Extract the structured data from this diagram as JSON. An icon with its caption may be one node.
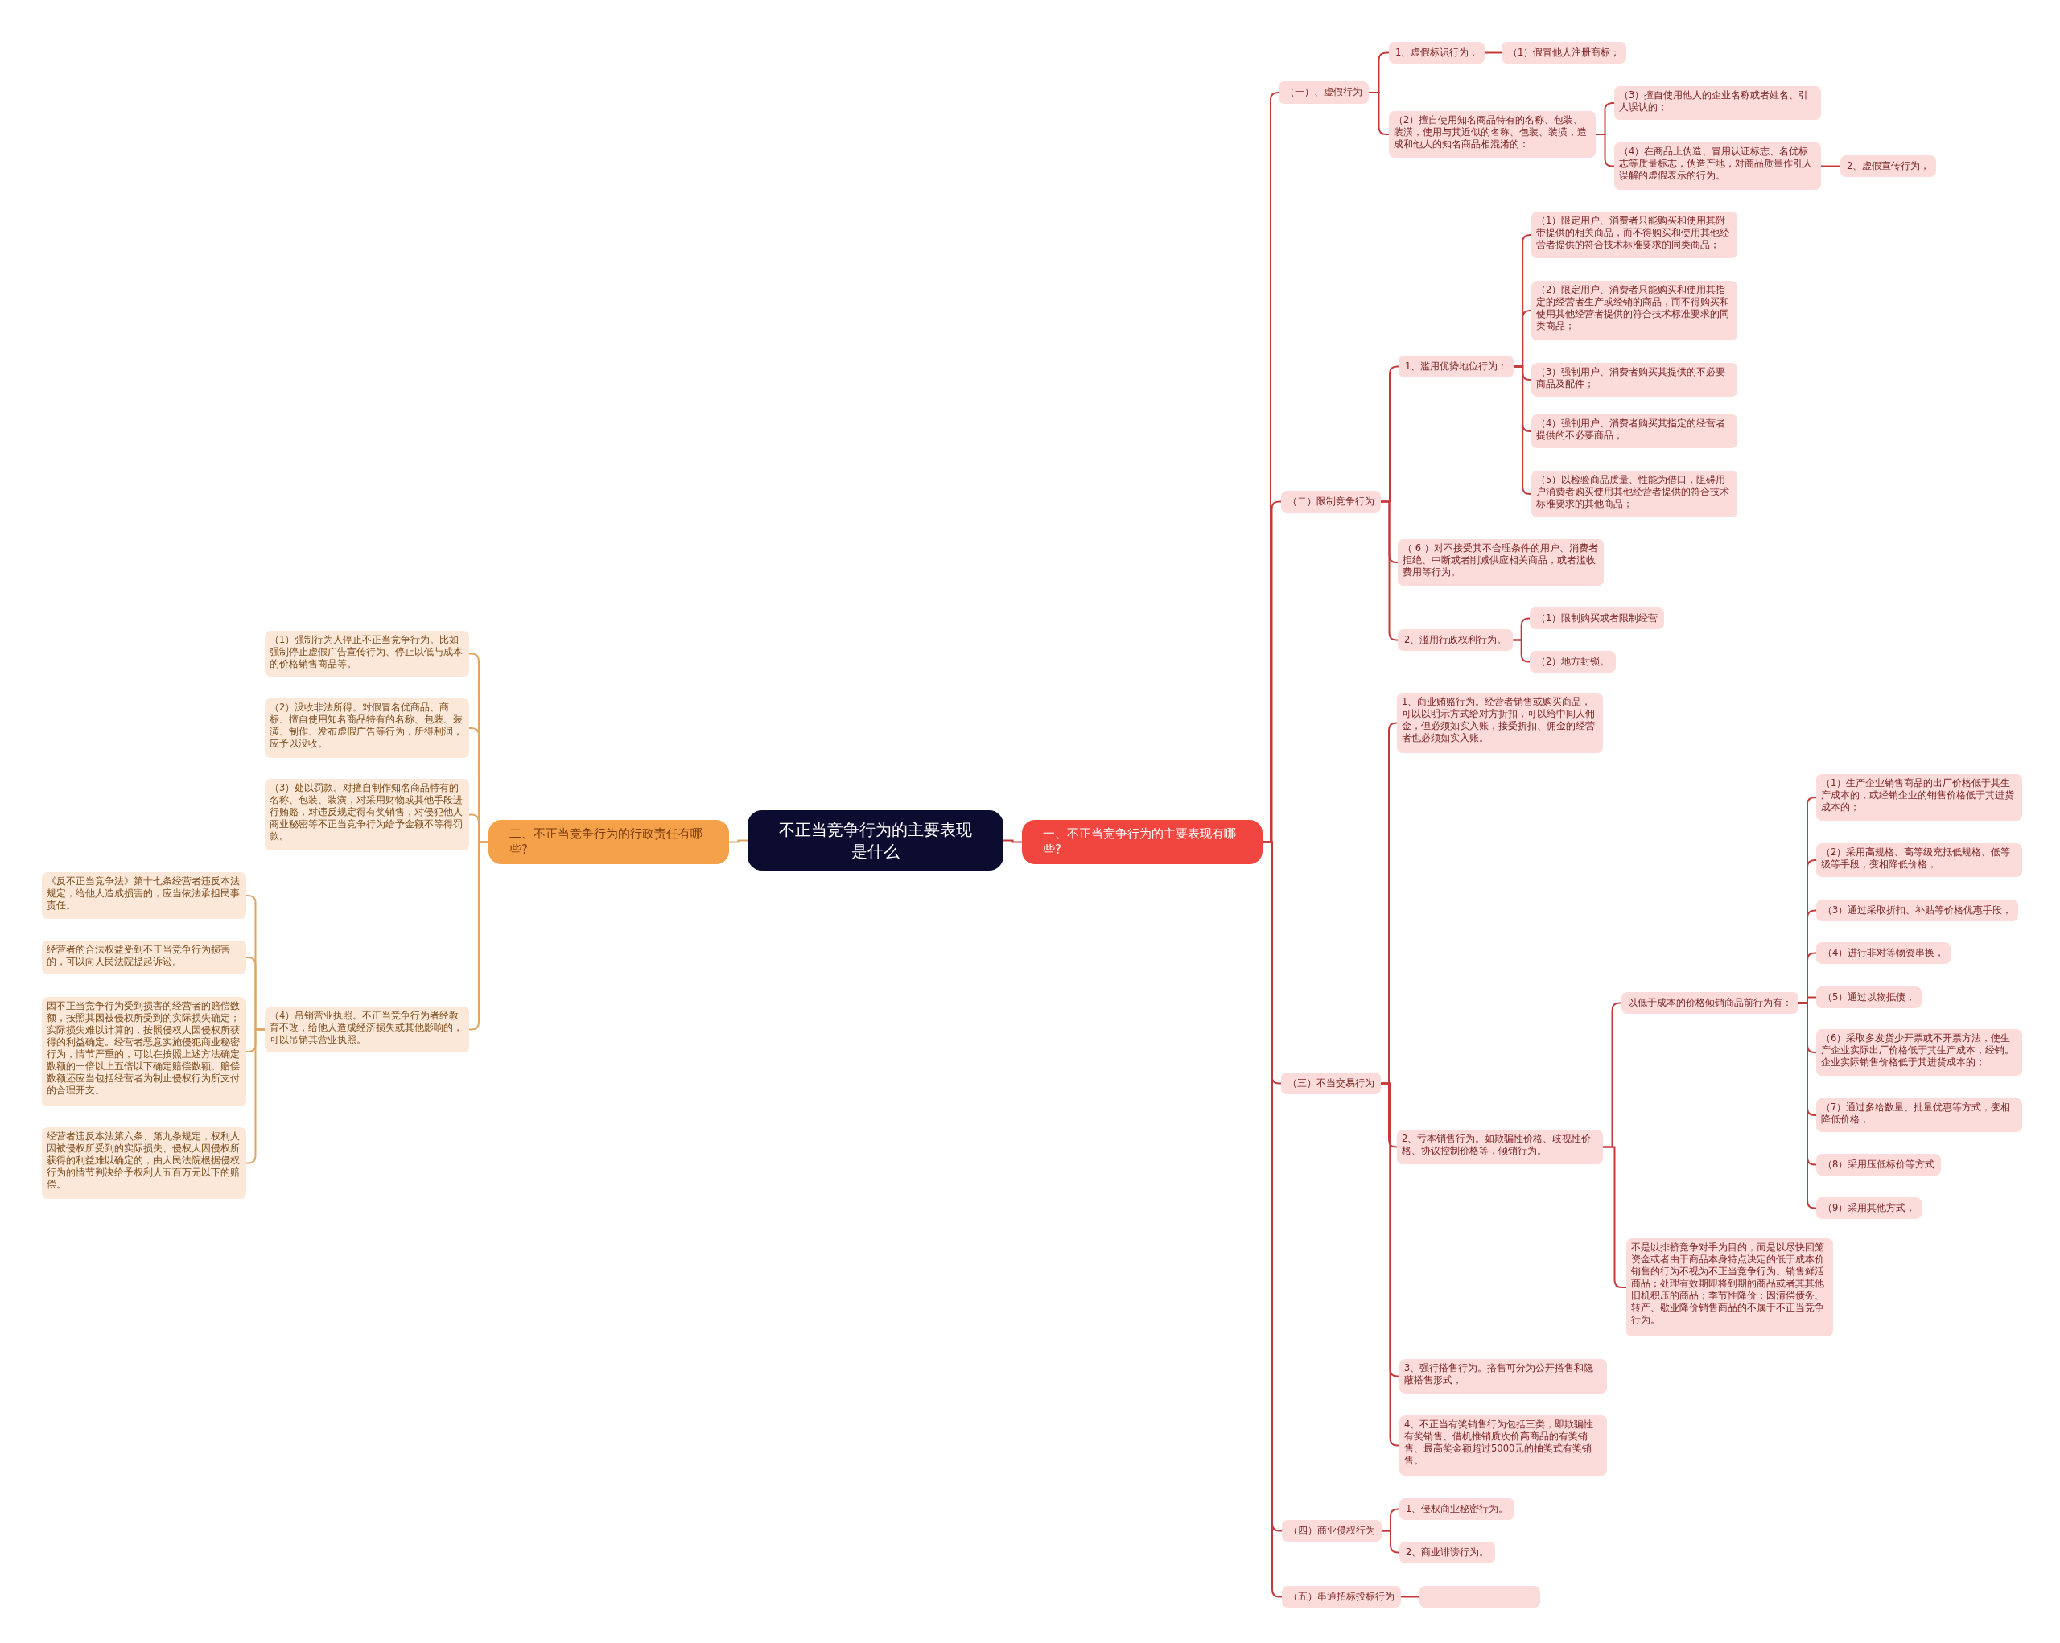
{
  "diagram": {
    "nodes": [
      {
        "text": [
          "不正当竞争行为的主要表现是什么"
        ]
      },
      {
        "text": [
          "一、不正当竞争行为的主要表现有哪些?"
        ]
      },
      {
        "text": [
          "二、不正当竞争行为的行政责任有哪些?"
        ]
      },
      {
        "text": [
          "（一）、虚假行为"
        ]
      },
      {
        "text": [
          "1、虚假标识行为："
        ]
      },
      {
        "text": [
          "（1）假冒他人注册商标；"
        ]
      },
      {
        "text": [
          "（2）擅自使用知名商品特有的名称、包装、装潢，使用与其近似的名称、包装、装潢，造成和他人的知名商品相混淆的："
        ]
      },
      {
        "text": [
          "（3）擅自使用他人的企业名称或者姓名、引人误认的；"
        ]
      },
      {
        "text": [
          "（4）在商品上伪造、冒用认证标志、名优标志等质量标志，伪造产地，对商品质量作引人误解的虚假表示的行为。"
        ]
      },
      {
        "text": [
          "2、虚假宣传行为，"
        ]
      },
      {
        "text": [
          "（二）限制竞争行为"
        ]
      },
      {
        "text": [
          "1、滥用优势地位行为："
        ]
      },
      {
        "text": [
          "（1）限定用户、消费者只能购买和使用其附带提供的相关商品，而不得购买和使用其他经营者提供的符合技术标准要求的同类商品；"
        ]
      },
      {
        "text": [
          "（2）限定用户、消费者只能购买和使用其指定的经营者生产或经销的商品，而不得购买和使用其他经营者提供的符合技术标准要求的同类商品；"
        ]
      },
      {
        "text": [
          "（3）强制用户、消费者购买其提供的不必要商品及配件；"
        ]
      },
      {
        "text": [
          "（4）强制用户、消费者购买其指定的经营者提供的不必要商品；"
        ]
      },
      {
        "text": [
          "（5）以检验商品质量、性能为借口，阻碍用户消费者购买使用其他经营者提供的符合技术标准要求的其他商品；"
        ]
      },
      {
        "text": [
          "（ 6 ）对不接受其不合理条件的用户、消费者拒绝、中断或者削减供应相关商品，或者滥收费用等行为。"
        ]
      },
      {
        "text": [
          "2、滥用行政权利行为。"
        ]
      },
      {
        "text": [
          "（1）限制购买或者限制经营"
        ]
      },
      {
        "text": [
          "（2）地方封锁。"
        ]
      },
      {
        "text": [
          "（三）不当交易行为"
        ]
      },
      {
        "text": [
          "1、商业贿赂行为。经营者销售或购买商品，可以以明示方式给对方折扣，可以给中间人佣金，但必须如实入账，接受折扣、佣金的经营者也必须如实入账。"
        ]
      },
      {
        "text": [
          "2、亏本销售行为。如欺骗性价格、歧视性价格、协议控制价格等，倾销行为。"
        ]
      },
      {
        "text": [
          "以低于成本的价格倾销商品前行为有："
        ]
      },
      {
        "text": [
          "（1）生产企业销售商品的出厂价格低于其生产成本的，或经销企业的销售价格低于其进货成本的；"
        ]
      },
      {
        "text": [
          "（2）采用高规格、高等级充抵低规格、低等级等手段，变相降低价格，"
        ]
      },
      {
        "text": [
          "（3）通过采取折扣、补贴等价格优惠手段，"
        ]
      },
      {
        "text": [
          "（4）进行非对等物资串换，"
        ]
      },
      {
        "text": [
          "（5）通过以物抵债，"
        ]
      },
      {
        "text": [
          "（6）采取多发货少开票或不开票方法，使生产企业实际出厂价格低于其生产成本，经销。企业实际销售价格低于其进货成本的；"
        ]
      },
      {
        "text": [
          "（7）通过多给数量、批量优惠等方式，变相降低价格，"
        ]
      },
      {
        "text": [
          "（8）采用压低标价等方式"
        ]
      },
      {
        "text": [
          "（9）采用其他方式，"
        ]
      },
      {
        "text": [
          "不是以排挤竞争对手为目的，而是以尽快回笼资金或者由于商品本身特点决定的低于成本价销售的行为不视为不正当竞争行为。销售鲜活商品；处理有效期即将到期的商品或者其其他旧机积压的商品；季节性降价；因清偿债务、转产、歇业降价销售商品的不属于不正当竞争行为。"
        ]
      },
      {
        "text": [
          "3、强行搭售行为。搭售可分为公开搭售和隐蔽搭售形式，"
        ]
      },
      {
        "text": [
          "4、不正当有奖销售行为包括三类，即欺骗性有奖销售、借机推销质次价高商品的有奖销售、最高奖金额超过5000元的抽奖式有奖销售。"
        ]
      },
      {
        "text": [
          "（四）商业侵权行为"
        ]
      },
      {
        "text": [
          "1、侵权商业秘密行为。"
        ]
      },
      {
        "text": [
          "2、商业诽谤行为。"
        ]
      },
      {
        "text": [
          "（五）串通招标投标行为"
        ]
      },
      {
        "text": [],
        "shape": "box"
      },
      {
        "text": [
          "（1）强制行为人停止不正当竞争行为。比如强制停止虚假广告宣传行为、停止以低与成本的价格销售商品等。"
        ]
      },
      {
        "text": [
          "（2）没收非法所得。对假冒名优商品、商标、擅自使用知名商品特有的名称、包装、装潢、制作、发布虚假广告等行为，所得利润，应予以没收。"
        ]
      },
      {
        "text": [
          "（3）处以罚款。对擅自制作知名商品特有的名称、包装、装潢，对采用财物或其他手段进行贿赂，对违反规定得有奖销售，对侵犯他人商业秘密等不正当竞争行为给予金额不等得罚款。"
        ]
      },
      {
        "text": [
          "（4）吊销营业执照。不正当竞争行为者经教育不改，给他人造成经济损失或其他影响的，可以吊销其营业执照。"
        ]
      },
      {
        "text": [
          "《反不正当竞争法》第十七条经营者违反本法规定，给他人造成损害的，应当依法承担民事责任。"
        ]
      },
      {
        "text": [
          "经营者的合法权益受到不正当竞争行为损害的，可以向人民法院提起诉讼。"
        ]
      },
      {
        "text": [
          "因不正当竞争行为受到损害的经营者的赔偿数额，按照其因被侵权所受到的实际损失确定；实际损失难以计算的，按照侵权人因侵权所获得的利益确定。经营者恶意实施侵犯商业秘密行为，情节严重的，可以在按照上述方法确定数额的一倍以上五倍以下确定赔偿数额。赔偿数额还应当包括经营者为制止侵权行为所支付的合理开支。"
        ]
      },
      {
        "text": [
          "经营者违反本法第六条、第九条规定，权利人因被侵权所受到的实际损失、侵权人因侵权所获得的利益难以确定的，由人民法院根据侵权行为的情节判决给予权利人五百万元以下的赔偿。"
        ]
      }
    ],
    "edges": [
      {
        "from": 0,
        "to": 1,
        "arrow": "none"
      },
      {
        "from": 0,
        "to": 2,
        "arrow": "none",
        "color": "#dfa565"
      },
      {
        "from": 1,
        "to": 3,
        "arrow": "none"
      },
      {
        "from": 1,
        "to": 10,
        "arrow": "none"
      },
      {
        "from": 1,
        "to": 21,
        "arrow": "none"
      },
      {
        "from": 1,
        "to": 37,
        "arrow": "none"
      },
      {
        "from": 1,
        "to": 40,
        "arrow": "none"
      },
      {
        "from": 3,
        "to": 4,
        "arrow": "none"
      },
      {
        "from": 3,
        "to": 6,
        "arrow": "none"
      },
      {
        "from": 4,
        "to": 5,
        "arrow": "none"
      },
      {
        "from": 6,
        "to": 7,
        "arrow": "none"
      },
      {
        "from": 6,
        "to": 8,
        "arrow": "none"
      },
      {
        "from": 8,
        "to": 9,
        "arrow": "none"
      },
      {
        "from": 10,
        "to": 11,
        "arrow": "none"
      },
      {
        "from": 10,
        "to": 17,
        "arrow": "none"
      },
      {
        "from": 10,
        "to": 18,
        "arrow": "none"
      },
      {
        "from": 11,
        "to": 12,
        "arrow": "none"
      },
      {
        "from": 11,
        "to": 13,
        "arrow": "none"
      },
      {
        "from": 11,
        "to": 14,
        "arrow": "none"
      },
      {
        "from": 11,
        "to": 15,
        "arrow": "none"
      },
      {
        "from": 11,
        "to": 16,
        "arrow": "none"
      },
      {
        "from": 18,
        "to": 19,
        "arrow": "none"
      },
      {
        "from": 18,
        "to": 20,
        "arrow": "none"
      },
      {
        "from": 21,
        "to": 22,
        "arrow": "none"
      },
      {
        "from": 21,
        "to": 23,
        "arrow": "none"
      },
      {
        "from": 21,
        "to": 35,
        "arrow": "none"
      },
      {
        "from": 21,
        "to": 36,
        "arrow": "none"
      },
      {
        "from": 23,
        "to": 24,
        "arrow": "none"
      },
      {
        "from": 23,
        "to": 34,
        "arrow": "none"
      },
      {
        "from": 24,
        "to": 25,
        "arrow": "none"
      },
      {
        "from": 24,
        "to": 26,
        "arrow": "none"
      },
      {
        "from": 24,
        "to": 27,
        "arrow": "none"
      },
      {
        "from": 24,
        "to": 28,
        "arrow": "none"
      },
      {
        "from": 24,
        "to": 29,
        "arrow": "none"
      },
      {
        "from": 24,
        "to": 30,
        "arrow": "none"
      },
      {
        "from": 24,
        "to": 31,
        "arrow": "none"
      },
      {
        "from": 24,
        "to": 32,
        "arrow": "none"
      },
      {
        "from": 24,
        "to": 33,
        "arrow": "none"
      },
      {
        "from": 37,
        "to": 38,
        "arrow": "none"
      },
      {
        "from": 37,
        "to": 39,
        "arrow": "none"
      },
      {
        "from": 40,
        "to": 41,
        "arrow": "none"
      },
      {
        "from": 2,
        "to": 42,
        "arrow": "none",
        "color": "#dfa565"
      },
      {
        "from": 2,
        "to": 43,
        "arrow": "none",
        "color": "#dfa565"
      },
      {
        "from": 2,
        "to": 44,
        "arrow": "none",
        "color": "#dfa565"
      },
      {
        "from": 2,
        "to": 45,
        "arrow": "none",
        "color": "#dfa565"
      },
      {
        "from": 45,
        "to": 46,
        "arrow": "none",
        "color": "#dfa565"
      },
      {
        "from": 45,
        "to": 47,
        "arrow": "none",
        "color": "#dfa565"
      },
      {
        "from": 45,
        "to": 48,
        "arrow": "none",
        "color": "#dfa565"
      },
      {
        "from": 45,
        "to": 49,
        "arrow": "none",
        "color": "#dfa565"
      }
    ]
  }
}
